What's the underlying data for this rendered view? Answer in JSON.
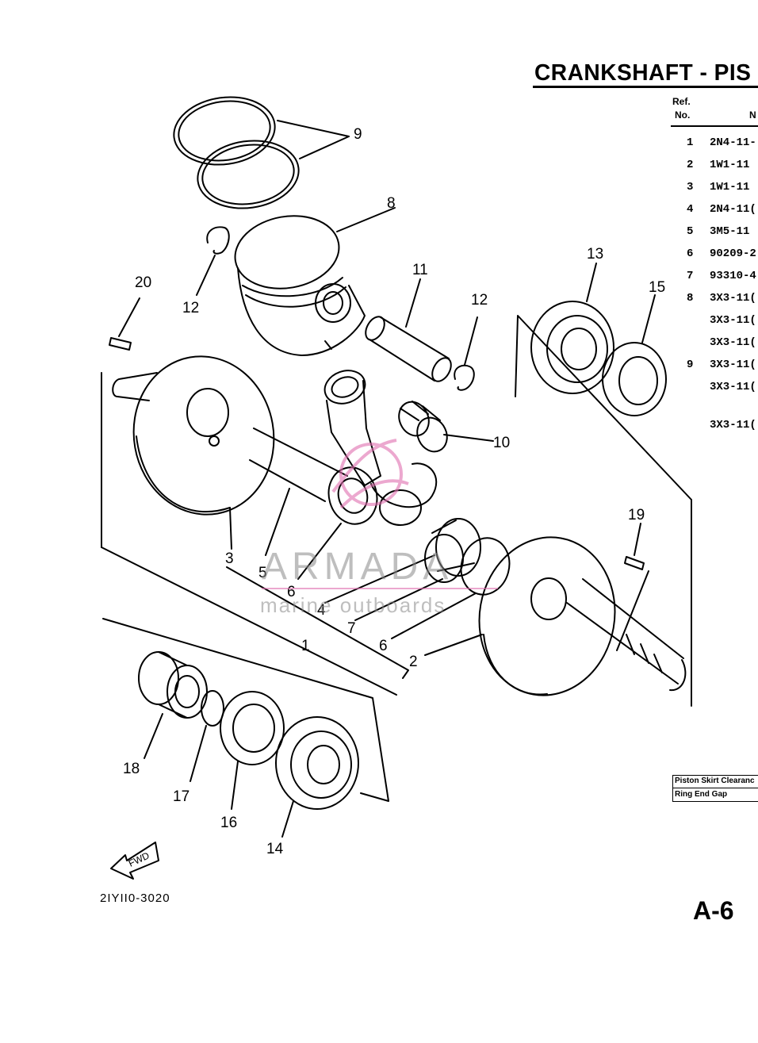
{
  "header": {
    "title": "CRANKSHAFT - PIS"
  },
  "table": {
    "ref_label": "Ref.",
    "no_label": "No.",
    "col2_label": "N",
    "rows": [
      {
        "ref": "1",
        "part": "2N4-11-"
      },
      {
        "ref": "2",
        "part": "1W1-11"
      },
      {
        "ref": "3",
        "part": "1W1-11"
      },
      {
        "ref": "4",
        "part": "2N4-11("
      },
      {
        "ref": "5",
        "part": "3M5-11"
      },
      {
        "ref": "6",
        "part": "90209-2"
      },
      {
        "ref": "7",
        "part": "93310-4"
      },
      {
        "ref": "8",
        "part": "3X3-11("
      },
      {
        "ref": "",
        "part": "3X3-11("
      },
      {
        "ref": "",
        "part": "3X3-11("
      },
      {
        "ref": "9",
        "part": "3X3-11("
      },
      {
        "ref": "",
        "part": "3X3-11("
      },
      {
        "ref": "",
        "part": "3X3-11("
      }
    ]
  },
  "specs": {
    "row1": "Piston Skirt Clearanc",
    "row2": "Ring End Gap"
  },
  "diagram": {
    "labels": [
      "1",
      "2",
      "3",
      "4",
      "5",
      "6",
      "6",
      "7",
      "8",
      "9",
      "10",
      "11",
      "12",
      "12",
      "13",
      "14",
      "15",
      "16",
      "17",
      "18",
      "19",
      "20"
    ],
    "fwd_label": "FWD",
    "code": "2IYII0-3020",
    "watermark_main": "ARMADA",
    "watermark_sub": "marine outboards"
  },
  "footer": {
    "page": "A-6"
  }
}
